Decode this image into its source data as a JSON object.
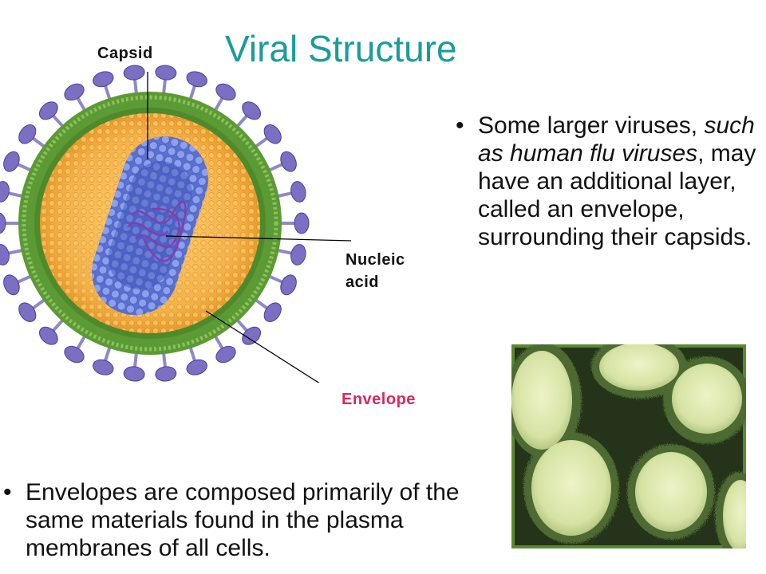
{
  "title": "Viral Structure",
  "labels": {
    "capsid": "Capsid",
    "nucleic_line1": "Nucleic",
    "nucleic_line2": "acid",
    "envelope": "Envelope"
  },
  "bullet_char": "•",
  "bullet1": {
    "part1": "Some larger viruses, ",
    "italic": "such as human flu viruses",
    "part2": ", may have an additional layer, called an envelope, surrounding their capsids."
  },
  "bullet2": {
    "text": "Envelopes are composed primarily of the same materials found in the plasma membranes of all cells."
  },
  "colors": {
    "title": "#1a9c9c",
    "envelope_label": "#e0245e",
    "membrane": "#6aaa3c",
    "lipid": "#f2a83a",
    "capsid": "#6f86dd",
    "spike": "#7a6fc2"
  },
  "icons": {
    "virus": "virus-diagram",
    "micrograph": "electron-micrograph"
  }
}
